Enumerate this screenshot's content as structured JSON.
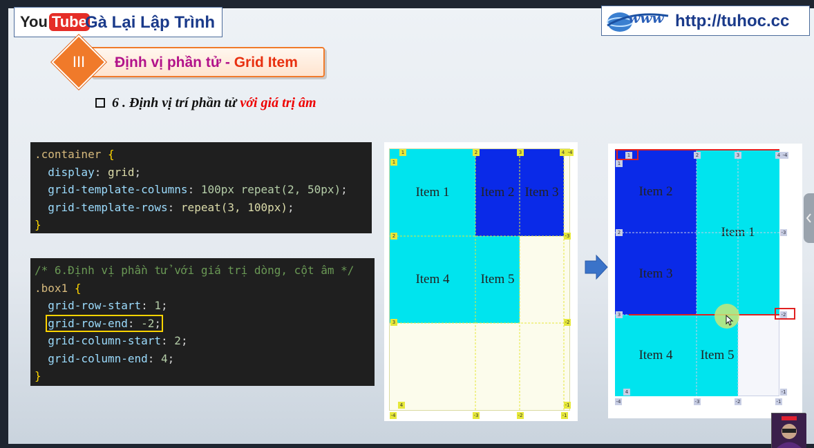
{
  "header": {
    "logo_you": "You",
    "logo_tube": "Tube",
    "channel_name": "Gà Lại Lập Trình",
    "www_label": "www",
    "url": "http://tuhoc.cc"
  },
  "section": {
    "number": "III",
    "title_part1": "Định vị phần tử - ",
    "title_part2": "Grid Item",
    "subtitle_main": "6 . Định vị trí phần tử ",
    "subtitle_red": "với giá trị âm"
  },
  "code1": {
    "selector": ".container",
    "lines": [
      {
        "prop": "display",
        "value": "grid"
      },
      {
        "prop": "grid-template-columns",
        "value": "100px repeat(2, 50px)"
      },
      {
        "prop": "grid-template-rows",
        "value": "repeat(3, 100px)"
      }
    ]
  },
  "code2": {
    "comment": "/* 6.Định vị phần tử với giá trị dòng, cột âm */",
    "selector": ".box1",
    "lines": [
      {
        "prop": "grid-row-start",
        "value": "1"
      },
      {
        "prop": "grid-row-end",
        "value": "-2"
      },
      {
        "prop": "grid-column-start",
        "value": "2"
      },
      {
        "prop": "grid-column-end",
        "value": "4"
      }
    ]
  },
  "grid_before": {
    "items": [
      "Item 1",
      "Item 2",
      "Item 3",
      "Item 4",
      "Item 5"
    ],
    "col_labels_top": [
      "1",
      "2",
      "3",
      "4"
    ],
    "col_label_top_neg": "-4",
    "row_labels_left": [
      "1",
      "2",
      "3",
      "4"
    ],
    "row_labels_right": [
      "-3",
      "-2",
      "-1"
    ],
    "col_labels_bottom": [
      "-4",
      "-3",
      "-2",
      "-1"
    ]
  },
  "grid_after": {
    "items": [
      "Item 2",
      "Item 3",
      "Item 1",
      "Item 4",
      "Item 5"
    ],
    "col_labels_top": [
      "1",
      "2",
      "3",
      "4"
    ],
    "col_label_top_neg": "-4",
    "row_labels_left": [
      "1",
      "2",
      "3",
      "4"
    ],
    "row_labels_right": [
      "-3",
      "-2",
      "-1"
    ],
    "col_labels_bottom": [
      "-4",
      "-3",
      "-2",
      "-1"
    ]
  },
  "colors": {
    "cyan": "#00e4ee",
    "blue": "#0a2ae8",
    "cream": "#fcfcec",
    "accent_orange": "#f07a2a",
    "highlight_yellow": "#ffd400",
    "marker_red": "#e02020"
  }
}
